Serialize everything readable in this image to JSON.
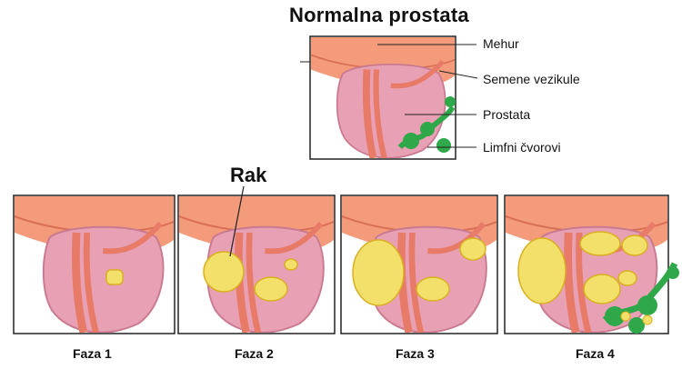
{
  "title": "Normalna prostata",
  "cancer_label": "Rak",
  "anatomy_labels": {
    "bladder": "Mehur",
    "seminal_vesicles": "Semene vezikule",
    "prostate": "Prostata",
    "lymph_nodes": "Limfni čvorovi"
  },
  "stages": [
    {
      "label": "Faza 1"
    },
    {
      "label": "Faza 2"
    },
    {
      "label": "Faza 3"
    },
    {
      "label": "Faza 4"
    }
  ],
  "colors": {
    "frame": "#222222",
    "bladder": "#f39b7a",
    "prostate": "#e8a0b4",
    "urethra": "#e87a68",
    "tumor": "#f2e06a",
    "lymph": "#2fa84a"
  }
}
